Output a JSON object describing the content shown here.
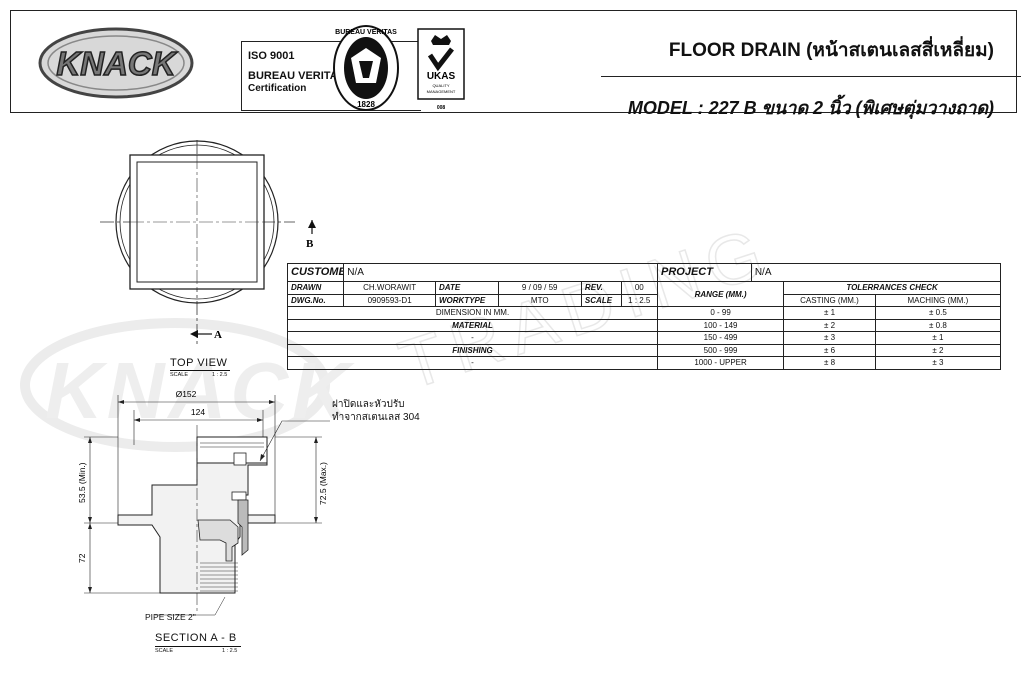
{
  "header": {
    "brand": "KNACK",
    "iso_line": "ISO 9001",
    "cert_org": "BUREAU VERITAS",
    "cert_word": "Certification",
    "seal_arc": "BUREAU VERITAS",
    "seal_year": "1828",
    "ukas": "UKAS",
    "ukas_sub1": "QUALITY",
    "ukas_sub2": "MANAGEMENT",
    "ukas_num": "008",
    "title": "FLOOR DRAIN (หน้าสเตนเลสสี่เหลี่ยม)",
    "model": "MODEL : 227 B ขนาด 2 นิ้ว (พิเศษตุ่มวางถาด)"
  },
  "table": {
    "customer_label": "CUSTOMER",
    "customer_value": "N/A",
    "project_label": "PROJECT",
    "project_value": "N/A",
    "drawn_label": "DRAWN",
    "drawn_value": "CH.WORAWIT",
    "date_label": "DATE",
    "date_value": "9 / 09 / 59",
    "rev_label": "REV.",
    "rev_value": "00",
    "dwg_label": "DWG.No.",
    "dwg_value": "0909593-D1",
    "worktype_label": "WORKTYPE",
    "worktype_value": "MTO",
    "scale_label": "SCALE",
    "scale_value": "1 : 2.5",
    "range_label": "RANGE (MM.)",
    "tolerance_label": "TOLERRANCES CHECK",
    "casting_label": "CASTING (MM.)",
    "maching_label": "MACHING (MM.)",
    "dimension_label": "DIMENSION IN MM.",
    "material_label": "MATERIAL",
    "material_value": "-",
    "finishing_label": "FINISHING",
    "finishing_value": "-",
    "rows": [
      {
        "range": "0 - 99",
        "casting": "± 1",
        "maching": "± 0.5"
      },
      {
        "range": "100 - 149",
        "casting": "± 2",
        "maching": "± 0.8"
      },
      {
        "range": "150 - 499",
        "casting": "± 3",
        "maching": "± 1"
      },
      {
        "range": "500 - 999",
        "casting": "± 6",
        "maching": "± 2"
      },
      {
        "range": "1000 - UPPER",
        "casting": "± 8",
        "maching": "± 3"
      }
    ]
  },
  "top_view": {
    "title": "TOP VIEW",
    "scale_label": "SCALE",
    "scale_value": "1 : 2.5",
    "marker_a": "A",
    "marker_b": "B"
  },
  "section": {
    "title": "SECTION  A - B",
    "scale_label": "SCALE",
    "scale_value": "1 : 2.5",
    "dim_outer": "Ø152",
    "dim_inner": "124",
    "dim_height_min": "53.5 (Min.)",
    "dim_height_max": "72.5 (Max.)",
    "dim_bottom": "72",
    "pipe_size": "PIPE SIZE 2\"",
    "note_line1": "ฝาปิดและหัวปรับ",
    "note_line2": "ทำจากสเตนเลส 304"
  },
  "watermark": {
    "brand": "KNACK",
    "word": "TRADING"
  }
}
